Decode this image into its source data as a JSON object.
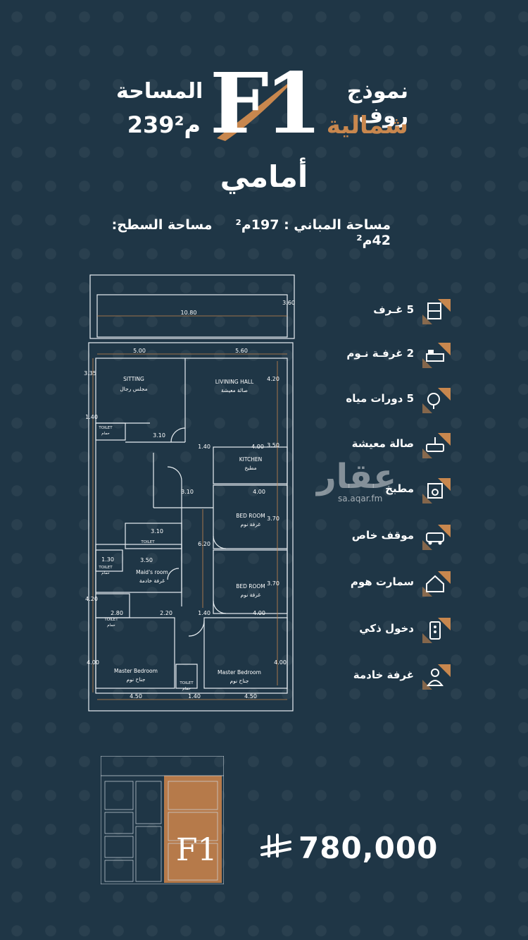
{
  "header": {
    "model_title": "نموذج روف",
    "direction": "شمالية",
    "f1_label": "F1",
    "area_label": "المساحة",
    "area_value": "239م²",
    "front_label": "أمامي",
    "building_area": "مساحة المباني : 197م²",
    "roof_area": "مساحة السطح: 42م²"
  },
  "plan": {
    "dims": {
      "top_width": "10.80",
      "top_right": "3.60",
      "w_sitting": "5.00",
      "w_living": "5.60",
      "h_sitting": "3.35",
      "h_living": "4.20",
      "toilet1_h": "1.40",
      "toilet1_w": "3.10",
      "kitchen_top": "1.40",
      "kitchen_w": "4.00",
      "kitchen_h": "3.50",
      "corr1": "3.10",
      "bed1_w": "4.00",
      "bed1_h": "3.70",
      "toilet2": "3.10",
      "corr_h": "6.20",
      "maid_w": "3.50",
      "bed2_h": "3.70",
      "bed2_w": "4.00",
      "maid_toilet": "1.30",
      "t3_w": "2.80",
      "t3_h": "2.20",
      "mid_w": "1.40",
      "m1_h": "4.00",
      "m2_h": "4.00",
      "b_left": "4.50",
      "b_mid": "1.40",
      "b_right": "4.50",
      "left_low": "4.20"
    },
    "rooms": {
      "sitting_en": "SITTING",
      "sitting_ar": "مجلس رجال",
      "living_en": "LIVINING HALL",
      "living_ar": "صالة معيشة",
      "kitchen_en": "KITCHEN",
      "kitchen_ar": "مطبخ",
      "bed1_en": "BED ROOM",
      "bed1_ar": "غرفة نوم",
      "bed2_en": "BED ROOM",
      "bed2_ar": "غرفة نوم",
      "maid_en": "Maid's room",
      "maid_ar": "غرفة خادمة",
      "master1_en": "Master Bedroom",
      "master1_ar": "جناح نوم",
      "master2_en": "Master Bedroom",
      "master2_ar": "جناح نوم",
      "toilet_en": "TOILET",
      "toilet_ar": "حمام"
    }
  },
  "features": [
    {
      "label": "5 غـرف",
      "icon": "rooms-icon"
    },
    {
      "label": "2 غرفـة نـوم",
      "icon": "bedroom-icon"
    },
    {
      "label": "5 دورات مياه",
      "icon": "bathroom-icon"
    },
    {
      "label": "صالة معيشة",
      "icon": "living-room-icon"
    },
    {
      "label": "مطبخ",
      "icon": "kitchen-icon"
    },
    {
      "label": "موقف خاص",
      "icon": "parking-icon"
    },
    {
      "label": "سمارت هوم",
      "icon": "smart-home-icon"
    },
    {
      "label": "دخول ذكي",
      "icon": "smart-entry-icon"
    },
    {
      "label": "غرفة خادمة",
      "icon": "maid-room-icon"
    }
  ],
  "watermark": {
    "text": "عقار",
    "url": "sa.aqar.fm"
  },
  "bottom": {
    "unit_label": "F1",
    "price": "780,000"
  },
  "colors": {
    "background": "#1f3646",
    "accent": "#c8874e"
  }
}
